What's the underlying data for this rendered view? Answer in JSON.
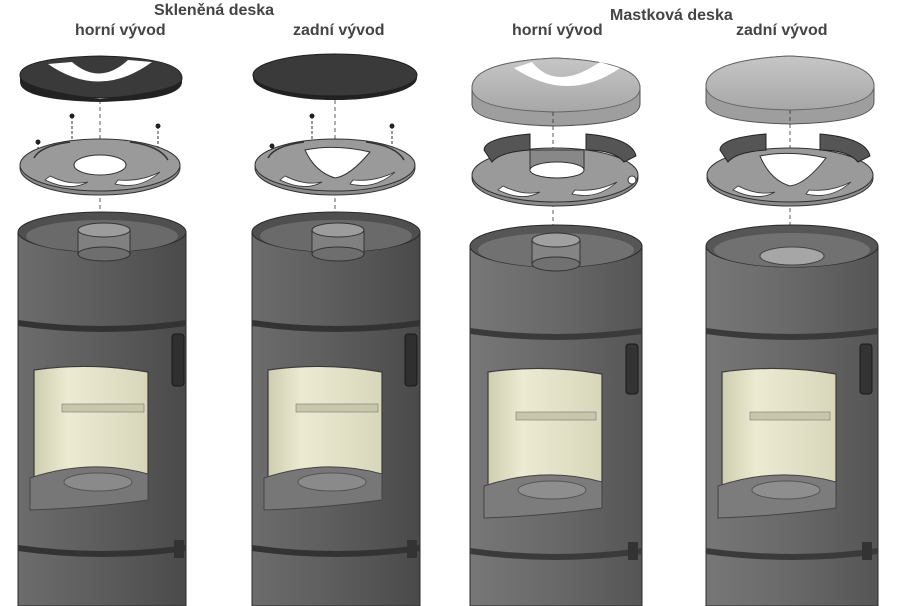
{
  "groups": [
    {
      "title": "Skleněná deska"
    },
    {
      "title": "Mastková deska"
    }
  ],
  "columns": [
    {
      "label": "horní vývod"
    },
    {
      "label": "zadní vývod"
    },
    {
      "label": "horní vývod"
    },
    {
      "label": "zadní vývod"
    }
  ],
  "colors": {
    "stove_body": "#5b5b5b",
    "glass_plate": "#3a3a3a",
    "soapstone_plate": "#b9b9b9",
    "window": "#e6e4c8"
  }
}
